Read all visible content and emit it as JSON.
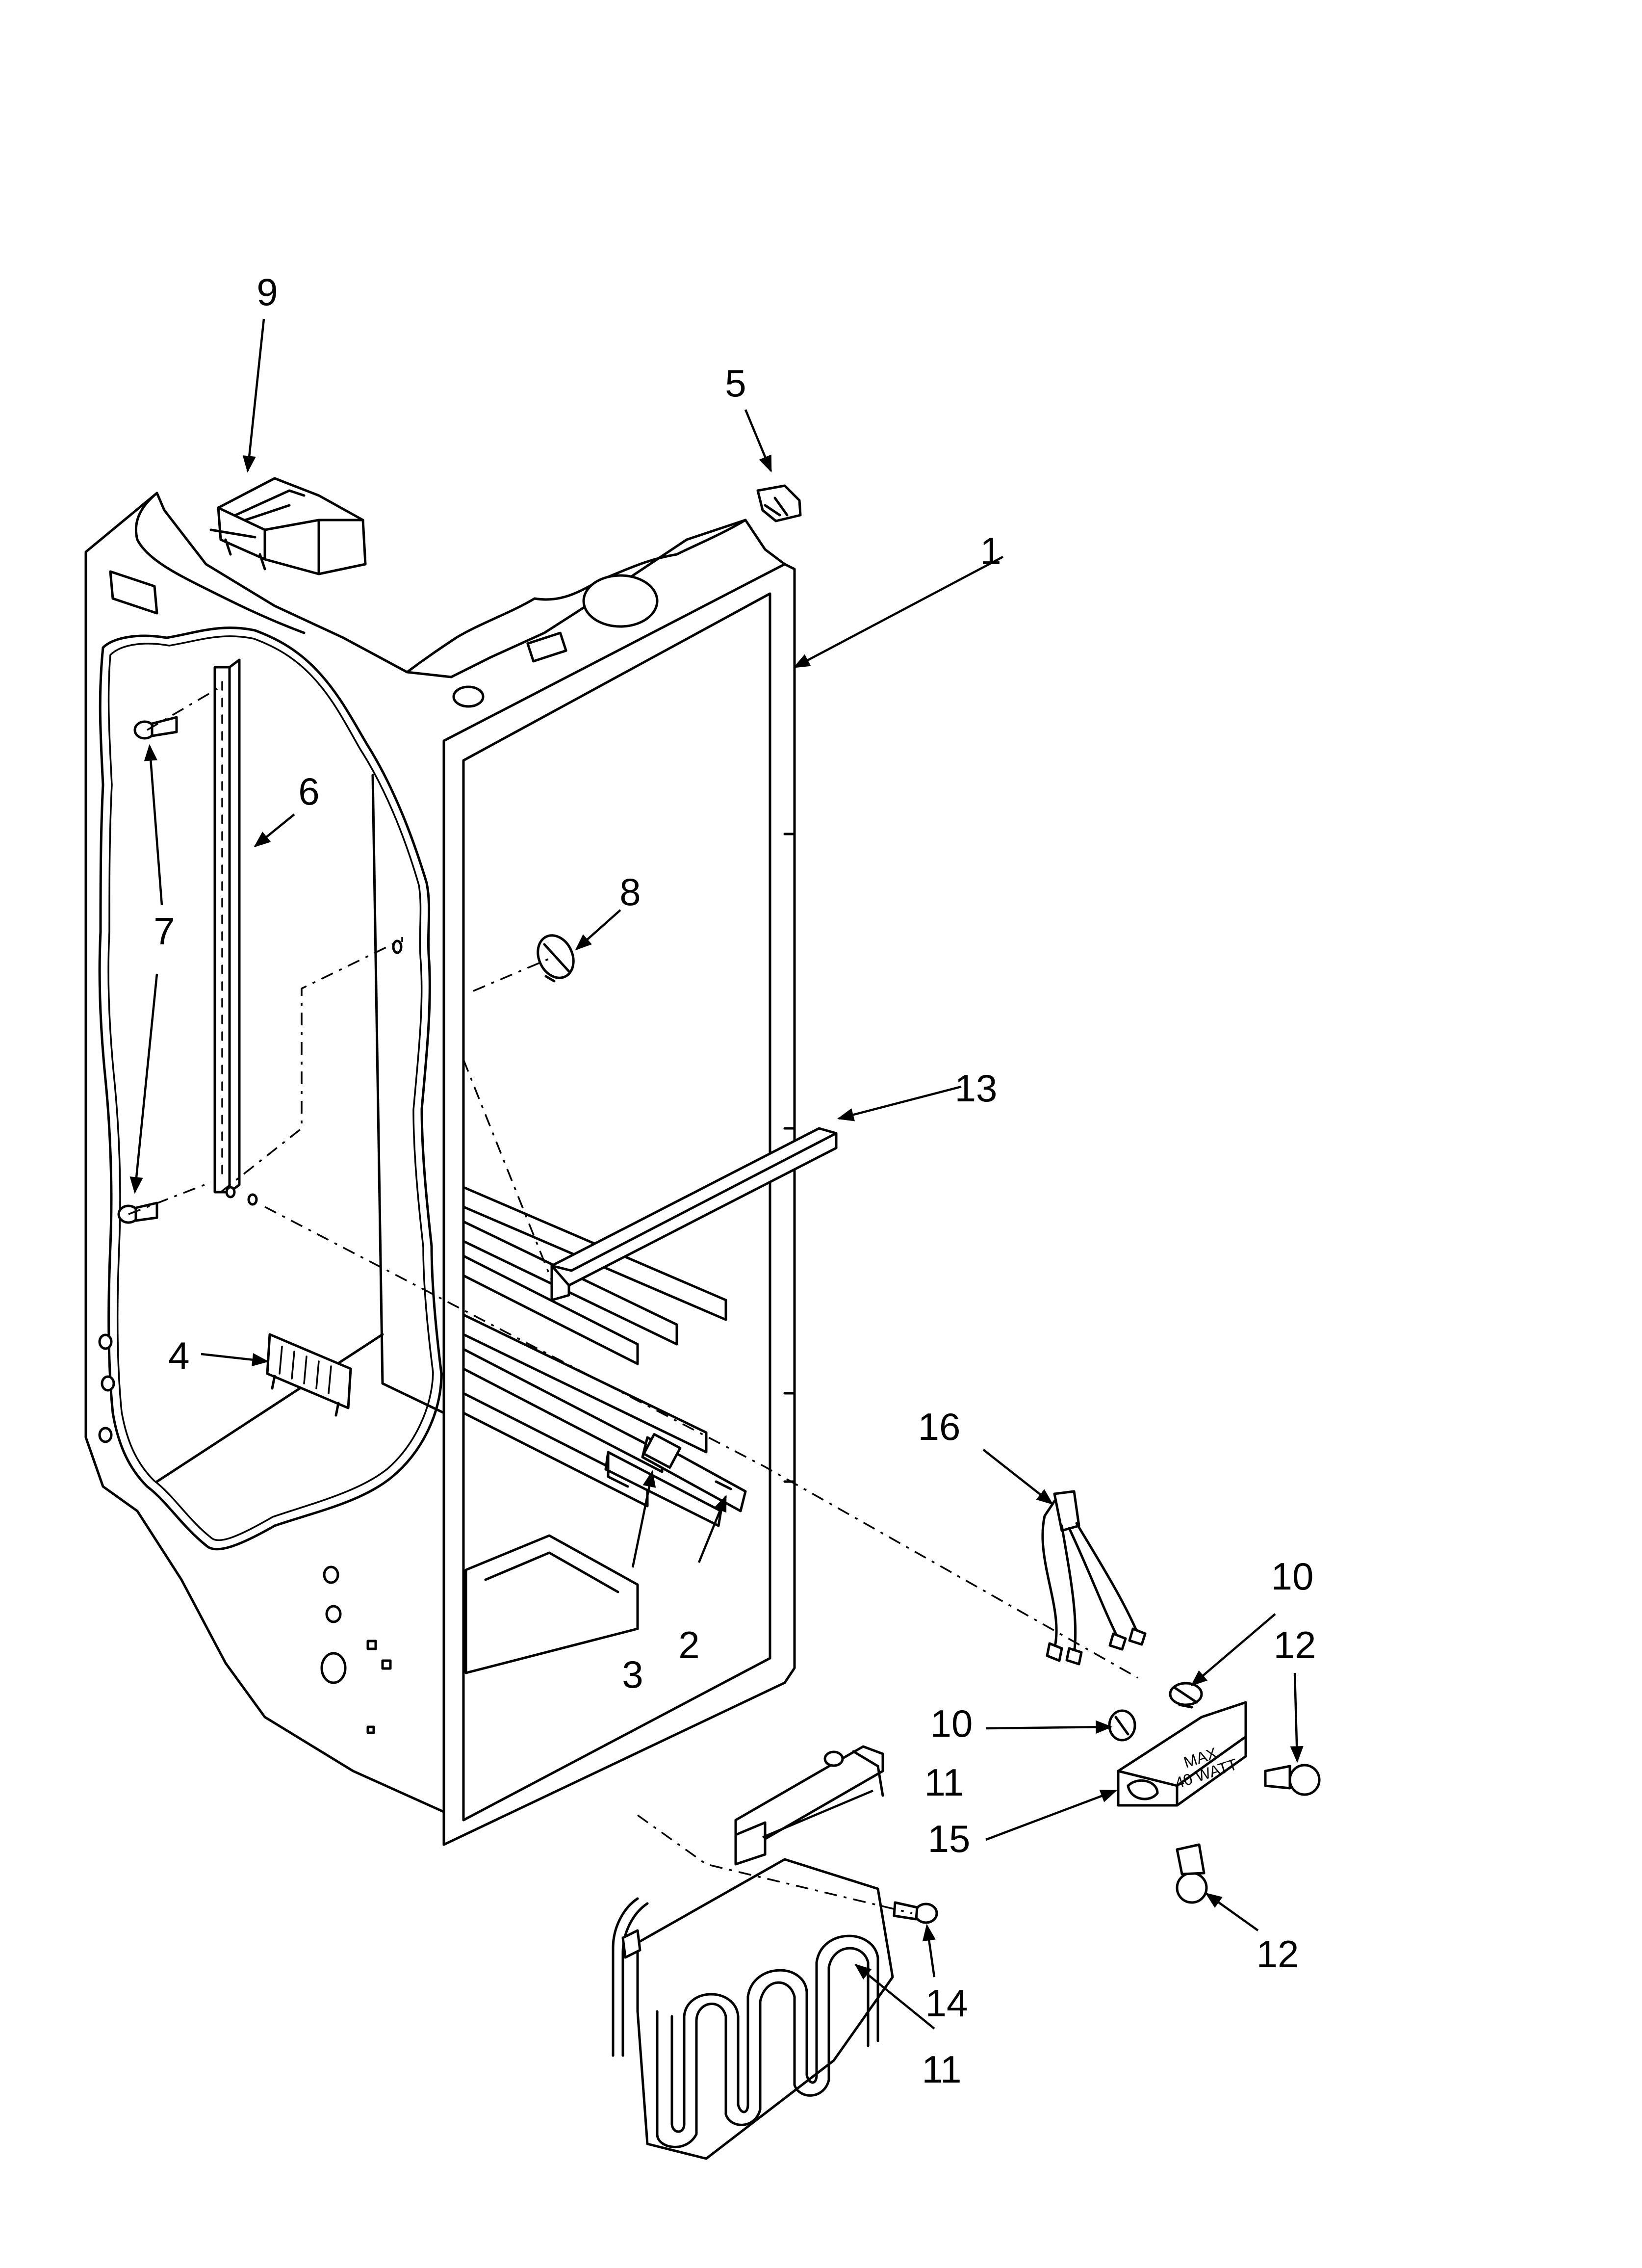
{
  "callouts": {
    "c1": "1",
    "c2": "2",
    "c3": "3",
    "c4": "4",
    "c5": "5",
    "c6": "6",
    "c7": "7",
    "c8": "8",
    "c9": "9",
    "c10a": "10",
    "c10b": "10",
    "c11a": "11",
    "c11b": "11",
    "c12a": "12",
    "c12b": "12",
    "c13": "13",
    "c14": "14",
    "c15": "15",
    "c16": "16"
  },
  "light_socket_marking": {
    "line1": "MAX",
    "line2": "40 WATT"
  }
}
